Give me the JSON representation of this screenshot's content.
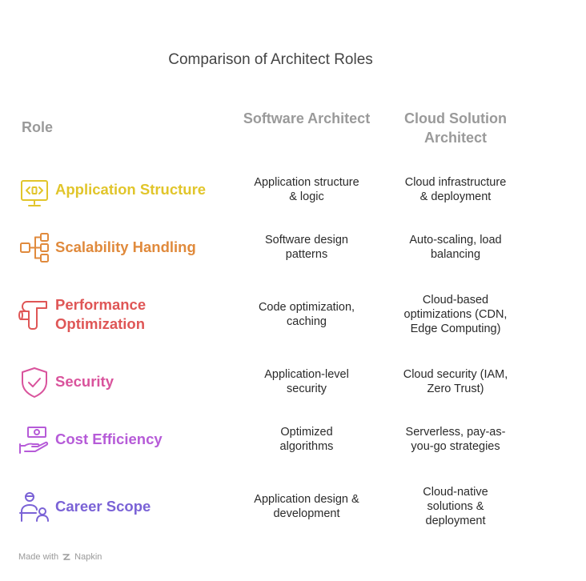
{
  "title": "Comparison of Architect Roles",
  "headers": {
    "role": "Role",
    "col1": "Software Architect",
    "col2": "Cloud Solution Architect"
  },
  "rows": [
    {
      "label": "Application Structure",
      "icon": "monitor-code-icon",
      "color": "#e1c52a",
      "software": "Application structure & logic",
      "cloud": "Cloud infrastructure & deployment"
    },
    {
      "label": "Scalability Handling",
      "icon": "hierarchy-icon",
      "color": "#e08a3c",
      "software": "Software design patterns",
      "cloud": "Auto-scaling, load balancing"
    },
    {
      "label": "Performance Optimization",
      "icon": "pipe-icon",
      "color": "#df5656",
      "software": "Code optimization, caching",
      "cloud": "Cloud-based optimizations (CDN, Edge Computing)"
    },
    {
      "label": "Security",
      "icon": "shield-check-icon",
      "color": "#d9539c",
      "software": "Application-level security",
      "cloud": "Cloud security (IAM, Zero Trust)"
    },
    {
      "label": "Cost Efficiency",
      "icon": "hand-money-icon",
      "color": "#b65bd8",
      "software": "Optimized algorithms",
      "cloud": "Serverless, pay-as-you-go strategies"
    },
    {
      "label": "Career Scope",
      "icon": "people-icon",
      "color": "#7a62d6",
      "software": "Application design & development",
      "cloud": "Cloud-native solutions & deployment"
    }
  ],
  "footer": {
    "made_with": "Made with",
    "brand": "Napkin"
  }
}
